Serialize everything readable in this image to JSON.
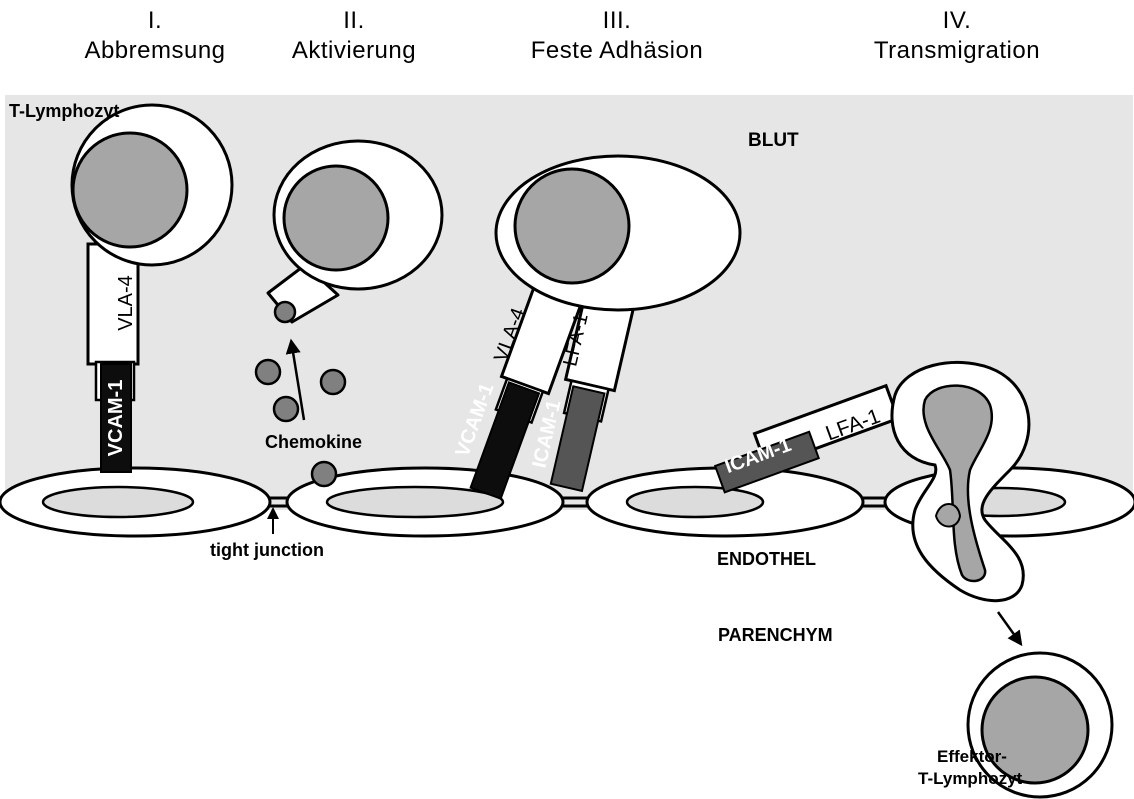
{
  "stages": [
    {
      "numeral": "I.",
      "title": "Abbremsung"
    },
    {
      "numeral": "II.",
      "title": "Aktivierung"
    },
    {
      "numeral": "III.",
      "title": "Feste Adhäsion"
    },
    {
      "numeral": "IV.",
      "title": "Transmigration"
    }
  ],
  "labels": {
    "t_lymphozyt": "T-Lymphozyt",
    "blut": "BLUT",
    "endothel": "ENDOTHEL",
    "parenchym": "PARENCHYM",
    "chemokine": "Chemokine",
    "tight_junction": "tight junction",
    "effektor_line1": "Effektor-",
    "effektor_line2": "T-Lymphozyt"
  },
  "molecules": {
    "vla4": "VLA-4",
    "vcam1": "VCAM-1",
    "lfa1": "LFA-1",
    "icam1": "ICAM-1"
  },
  "colors": {
    "blood": "#e6e6e6",
    "nucleus": "#a6a6a6",
    "chemokine": "#808080",
    "vcam": "#0d0d0d",
    "icam": "#555555"
  }
}
